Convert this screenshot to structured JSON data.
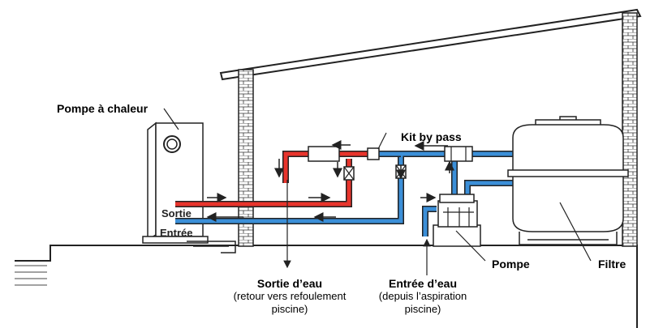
{
  "labels": {
    "heat_pump": "Pompe à chaleur",
    "outlet": "Sortie",
    "inlet": "Entrée",
    "bypass_kit": "Kit by pass",
    "pump": "Pompe",
    "filter": "Filtre",
    "water_out_title": "Sortie d’eau",
    "water_out_line1": "(retour vers refoulement",
    "water_out_line2": "piscine)",
    "water_in_title": "Entrée d’eau",
    "water_in_line1": "(depuis l’aspiration",
    "water_in_line2": "piscine)"
  },
  "colors": {
    "hot_pipe": "#e8342c",
    "cold_pipe": "#3b8fd8",
    "outline": "#222222"
  }
}
